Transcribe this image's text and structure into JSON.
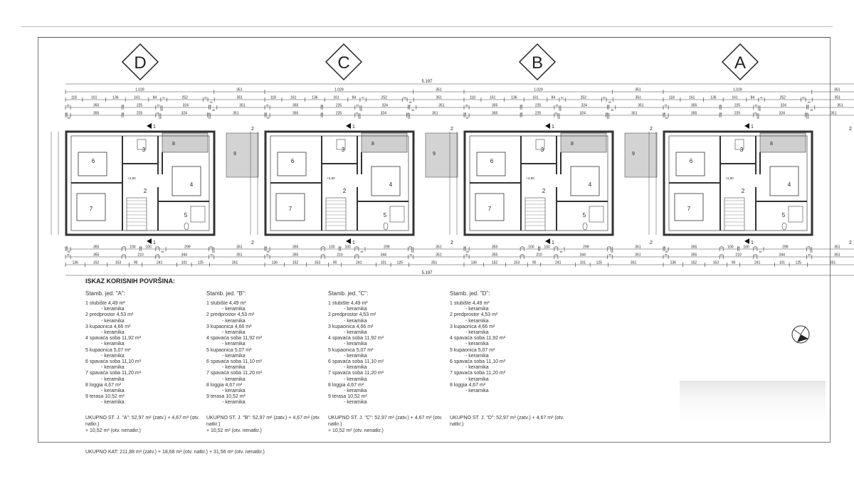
{
  "plan": {
    "units": [
      "D",
      "C",
      "B",
      "A"
    ],
    "overall_dim": "5.197",
    "room_labels": {
      "r2": "2",
      "r3": "3",
      "r4": "4",
      "r5": "5",
      "r6": "6",
      "r7": "7",
      "r8": "8",
      "r9": "9"
    },
    "height_mark": "+2,80",
    "section_mark": "1",
    "section_mark2": "2",
    "dims_top": [
      [
        1029,
        351
      ],
      [
        118,
        161,
        136,
        161,
        84,
        41,
        252,
        33,
        45,
        351
      ],
      [
        35,
        355,
        10,
        225,
        35,
        10,
        324,
        10,
        45,
        351
      ],
      [
        10,
        25,
        355,
        10,
        225,
        25,
        10,
        324,
        10,
        10,
        351
      ]
    ],
    "dims_bottom": [
      [
        10,
        25,
        355,
        25,
        100,
        10,
        100,
        25,
        45,
        299,
        25,
        10,
        351
      ],
      [
        35,
        355,
        25,
        210,
        25,
        344,
        35,
        351
      ],
      [
        136,
        152,
        153,
        90,
        241,
        101,
        125,
        351
      ]
    ]
  },
  "legend": {
    "title": "ISKAZ KORISNIH POVRŠINA:",
    "finish": "- keramika",
    "columns": [
      {
        "header": "Stamb. jed. \"A\":",
        "items": [
          "1  stubište 4,49 m²",
          "2  predprostor 4,53 m²",
          "3 kupaonica 4,66 m²",
          "4  spavaća soba 11,92 m²",
          "5  kupaonica 5,07 m²",
          "6  spavaća soba 11,10 m²",
          "7  spavaća soba 11,20 m²",
          "8  loggia 4,67 m²",
          "9  terasa 10,52 m²"
        ],
        "total": "UKUPNO ST. J. \"A\": 52,97 m² (zatv.) + 4,67 m² (otv. natkr.)",
        "total2": "+ 10,52 m² (otv. nenatkr.)"
      },
      {
        "header": "Stamb. jed. \"B\":",
        "items": [
          "1  stubište 4,49 m²",
          "2  predprostor 4,53 m²",
          "3 kupaonica 4,66 m²",
          "4  spavaća soba 11,92 m²",
          "5  kupaonica 5,07 m²",
          "6  spavaća soba 11,10 m²",
          "7  spavaća soba 11,20 m²",
          "8  loggia 4,67 m²",
          "9  terasa 10,52 m²"
        ],
        "total": "UKUPNO ST. J. \"B\": 52,97 m² (zatv.) + 4,67 m² (otv. natkr.)",
        "total2": "+ 10,52 m² (otv. nenatkr.)"
      },
      {
        "header": "Stamb. jed. \"C\":",
        "items": [
          "1  stubište 4,49 m²",
          "2  predprostor 4,53 m²",
          "3 kupaonica 4,66 m²",
          "4  spavaća soba 11,92 m²",
          "5  kupaonica 5,07 m²",
          "6  spavaća soba 11,10 m²",
          "7  spavaća soba 11,20 m²",
          "8  loggia 4,67 m²",
          "9  terasa 10,52 m²"
        ],
        "total": "UKUPNO ST. J. \"C\": 52,97 m² (zatv.) + 4,67 m² (otv. natkr.)",
        "total2": "+ 10,52 m² (otv. nenatkr.)"
      },
      {
        "header": "Stamb. jed. \"D\":",
        "items": [
          "1  stubište 4,49 m²",
          "2  predprostor 4,53 m²",
          "3 kupaonica 4,66 m²",
          "4  spavaća soba 11,92 m²",
          "5  kupaonica 5,07 m²",
          "6  spavaća soba 11,10 m²",
          "7  spavaća soba 11,20 m²",
          "8  loggia 4,67 m²"
        ],
        "total": "UKUPNO ST. J. \"D\": 52,97 m² (zatv.) + 4,67 m² (otv. natkr.)",
        "total2": ""
      }
    ],
    "grand_total": "UKUPNO KAT: 211,88 m² (zatv.) + 18,68 m² (otv. natkr.) + 31,56 m² (otv. nenatkr.)"
  }
}
